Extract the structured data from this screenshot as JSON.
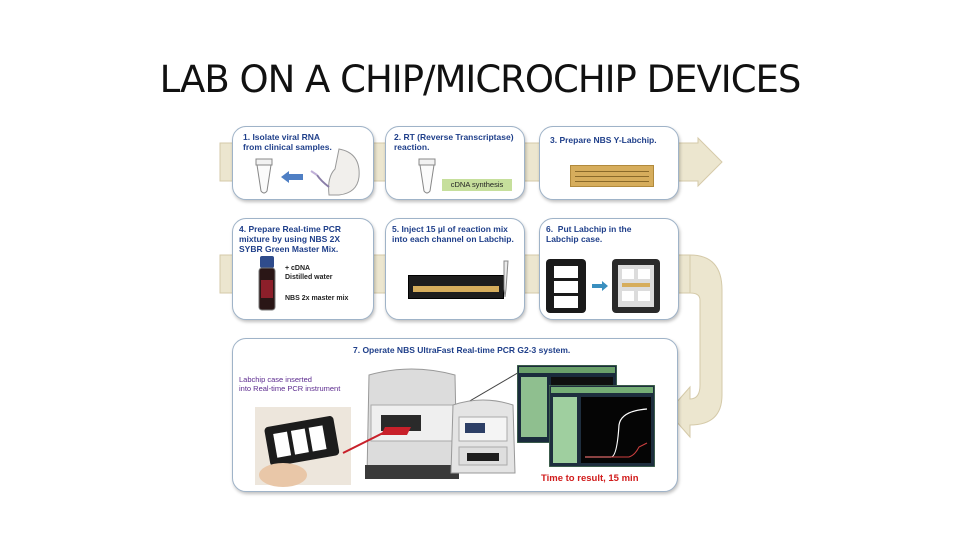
{
  "title": "LAB ON A CHIP/MICROCHIP DEVICES",
  "steps": {
    "s1": "1. Isolate viral RNA\nfrom clinical samples.",
    "s2": "2. RT (Reverse Transcriptase)\nreaction.",
    "s2_label": "cDNA synthesis",
    "s3": "3. Prepare NBS Y-Labchip.",
    "s4": "4. Prepare Real-time PCR\nmixture by using NBS 2X\nSYBR Green Master Mix.",
    "s4_items": "+ cDNA\nDistilled water",
    "s4_mix": "NBS 2x master mix",
    "s5": "5. Inject 15 µl of reaction mix\ninto each channel on Labchip.",
    "s6": "6.  Put Labchip in the\nLabchip case.",
    "s7": "7. Operate NBS UltraFast Real-time PCR G2-3 system.",
    "s7_note": "Labchip case inserted\ninto Real-time PCR instrument",
    "s7_result": "Time to result, 15 min"
  },
  "colors": {
    "arrow_band": "#ece6cf",
    "card_border": "#9fb3c8",
    "caption": "#1f3f8a",
    "result": "#d11b1b",
    "chip": "#d6ad5c"
  }
}
